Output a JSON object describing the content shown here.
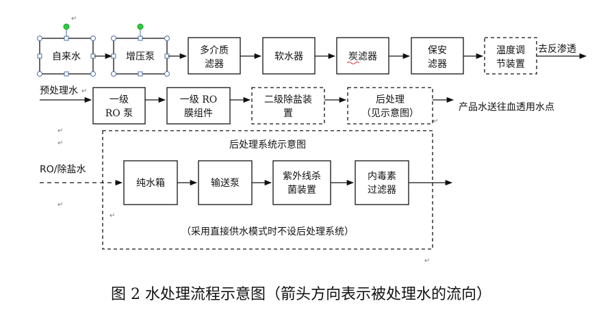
{
  "nodes": {
    "tap_water": "自来水",
    "booster_pump": "增压泵",
    "multimedia_filter": [
      "多介质",
      "滤器"
    ],
    "softener": "软水器",
    "carbon_filter": "炭滤器",
    "security_filter": [
      "保安",
      "滤器"
    ],
    "temp_regulator": [
      "温度调",
      "节装置"
    ],
    "ro1_pump": [
      "一级",
      "RO 泵"
    ],
    "ro1_membrane": [
      "一级 RO",
      "膜组件"
    ],
    "ro2_desalt": [
      "二级除盐装",
      "置"
    ],
    "post_treatment": [
      "后处理",
      "（见示意图）"
    ],
    "pure_tank": "纯水箱",
    "delivery_pump": "输送泵",
    "uv_sterilizer": [
      "紫外线杀",
      "菌装置"
    ],
    "endotoxin_filter": [
      "内毒素",
      "过滤器"
    ]
  },
  "labels": {
    "to_ro": "去反渗透",
    "pretreated_water": "预处理水",
    "product_water": "产品水送往血透用水点",
    "ro_desalted_water": "RO/除盐水",
    "post_system_title": "后处理系统示意图",
    "post_system_note": "（采用直接供水模式时不设后处理系统）"
  },
  "caption": "图 2  水处理流程示意图（箭头方向表示被处理水的流向）",
  "colors": {
    "stroke": "#111111",
    "selection_handle": "#4a6fa5",
    "rotation_handle": "#2ecc40"
  }
}
